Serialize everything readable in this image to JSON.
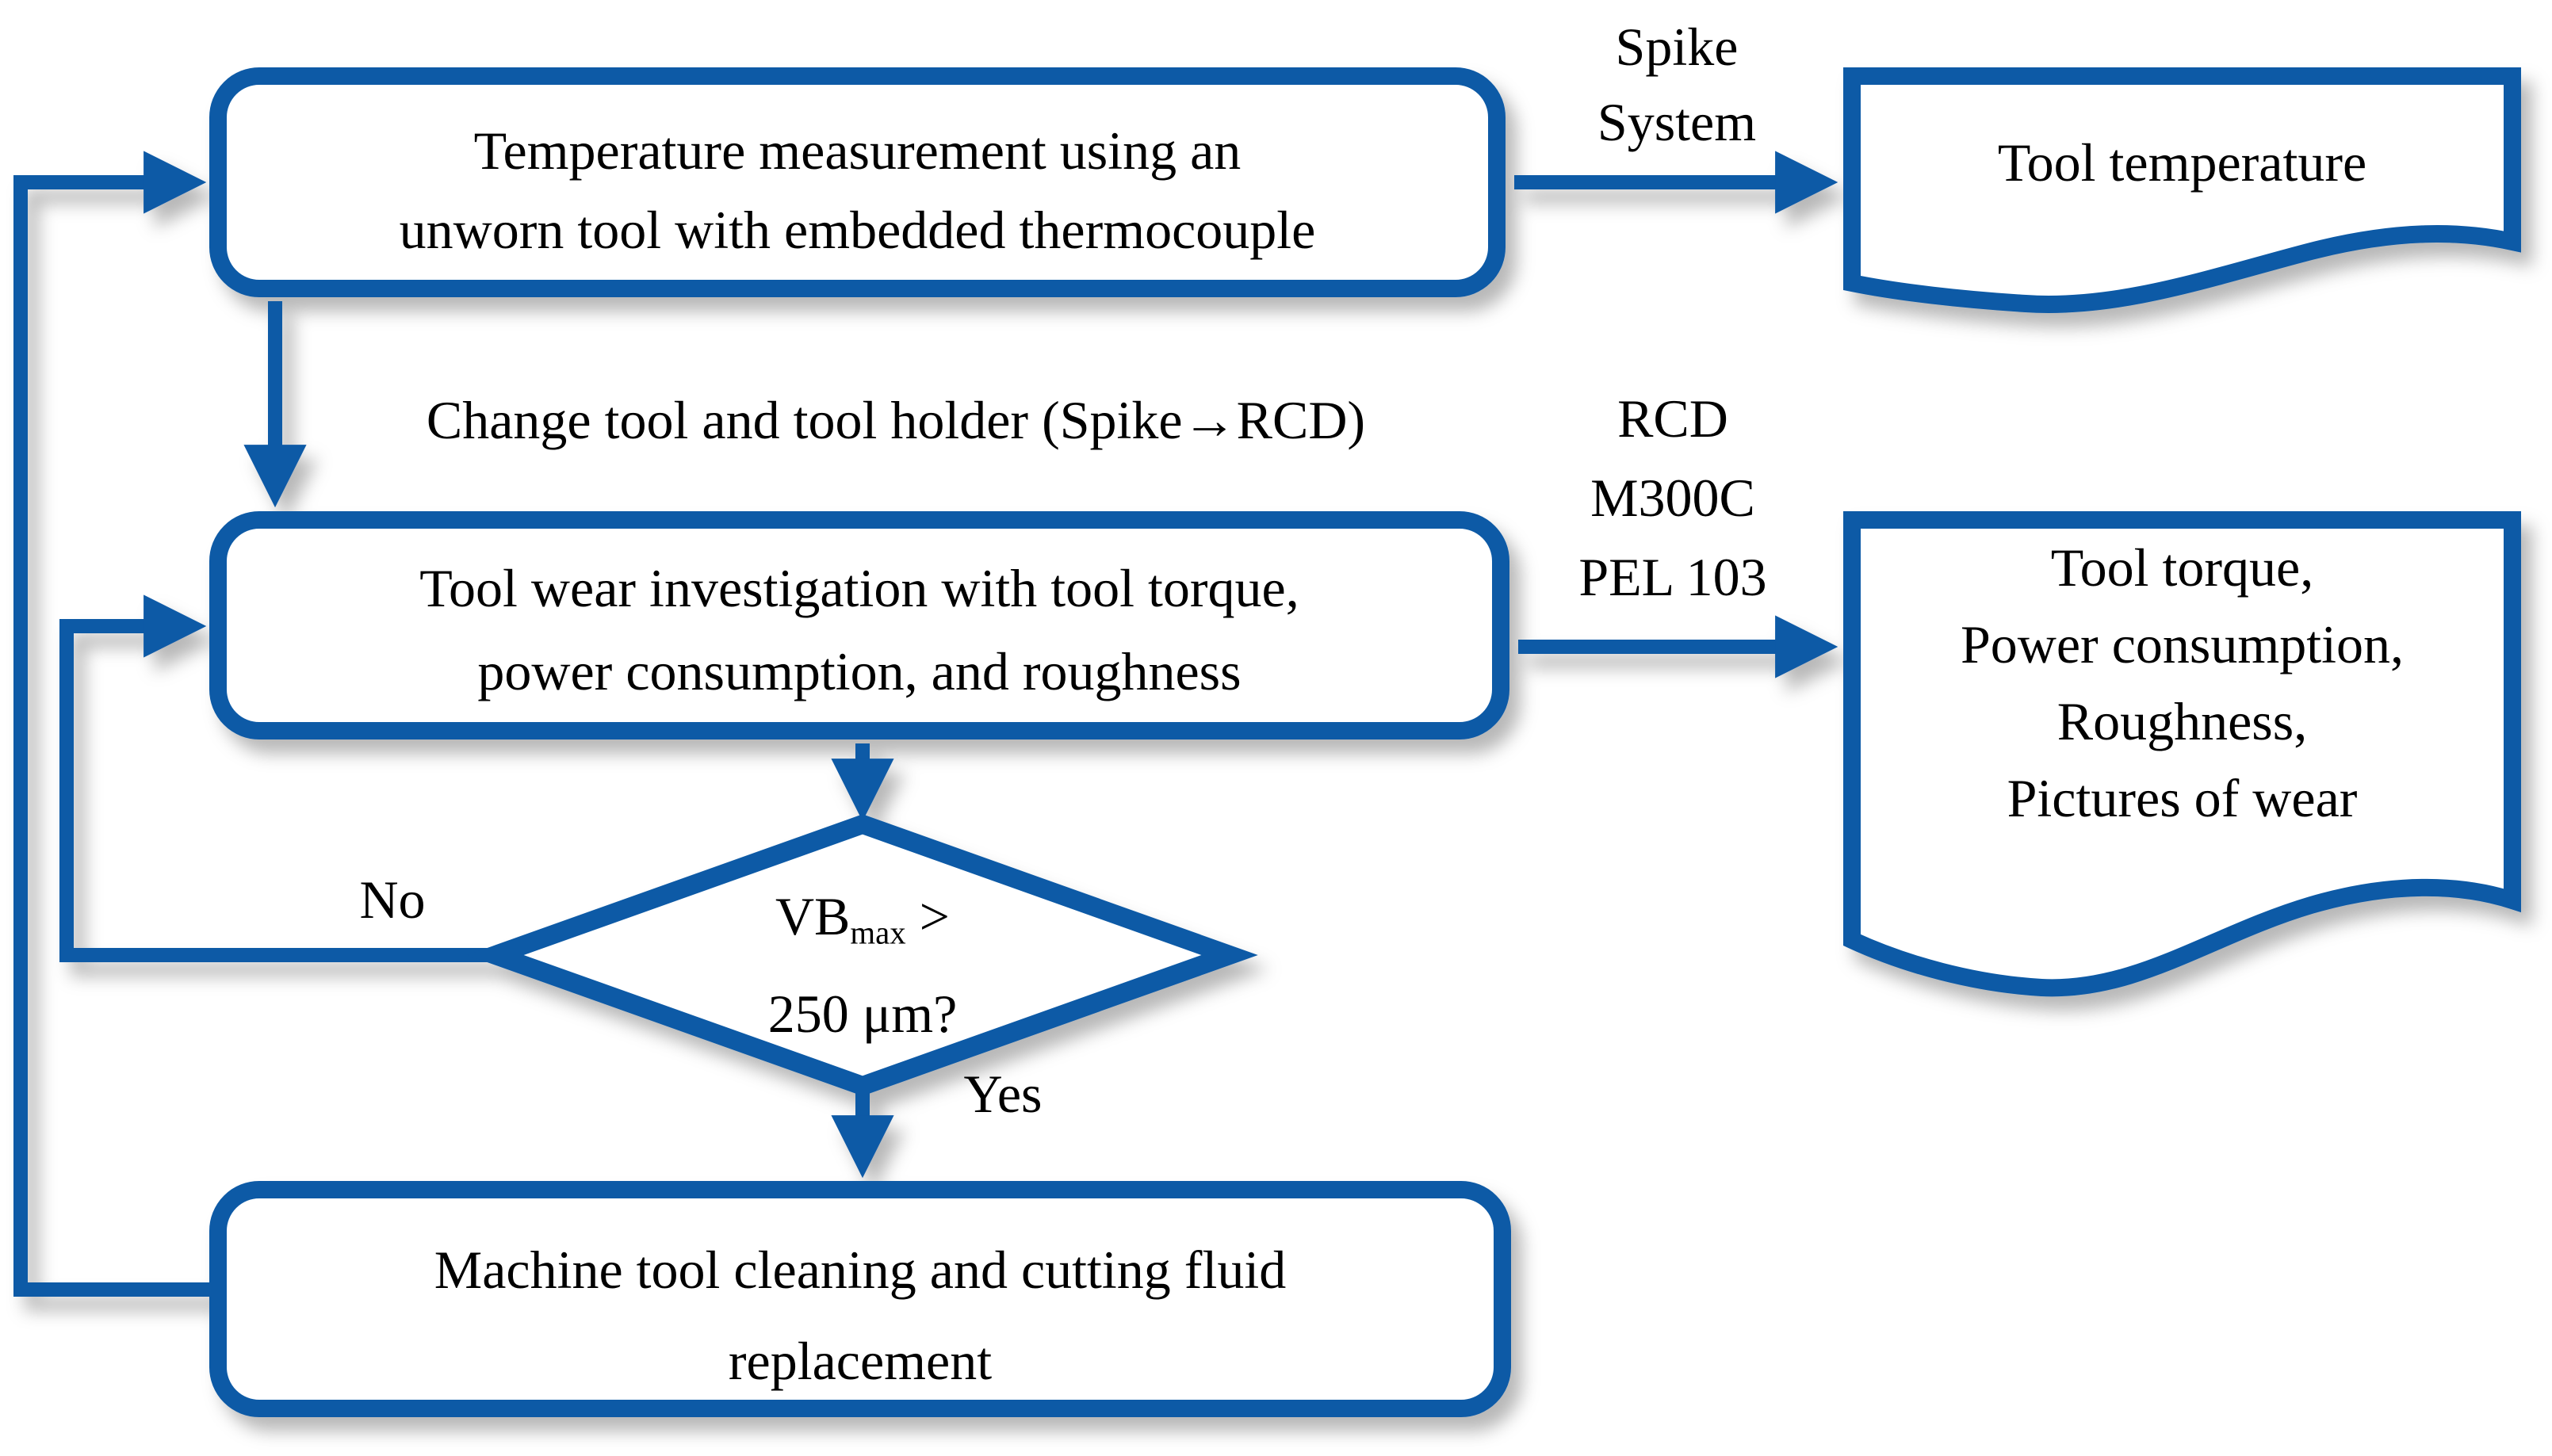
{
  "colors": {
    "accent": "#0e5aa6",
    "text": "#000000",
    "background": "#ffffff"
  },
  "nodes": {
    "temperature_box": {
      "line1": "Temperature measurement using an",
      "line2": "unworn tool with embedded thermocouple"
    },
    "tool_temperature_doc": {
      "line1": "Tool temperature"
    },
    "wear_box": {
      "line1": "Tool wear investigation with tool torque,",
      "line2": "power consumption, and roughness"
    },
    "outputs_doc": {
      "line1": "Tool torque,",
      "line2": "Power consumption,",
      "line3": "Roughness,",
      "line4": "Pictures of wear"
    },
    "decision_diamond": {
      "line1_main": "VB",
      "line1_sub": "max",
      "line1_tail": " >",
      "line2": "250 μm?"
    },
    "cleaning_box": {
      "line1": "Machine tool cleaning and cutting fluid",
      "line2": "replacement"
    }
  },
  "edge_labels": {
    "spike_line1": "Spike",
    "spike_line2": "System",
    "change_tool": "Change tool and tool holder (Spike→RCD)",
    "rcd_line1": "RCD",
    "rcd_line2": "M300C",
    "rcd_line3": "PEL 103",
    "no": "No",
    "yes": "Yes"
  }
}
